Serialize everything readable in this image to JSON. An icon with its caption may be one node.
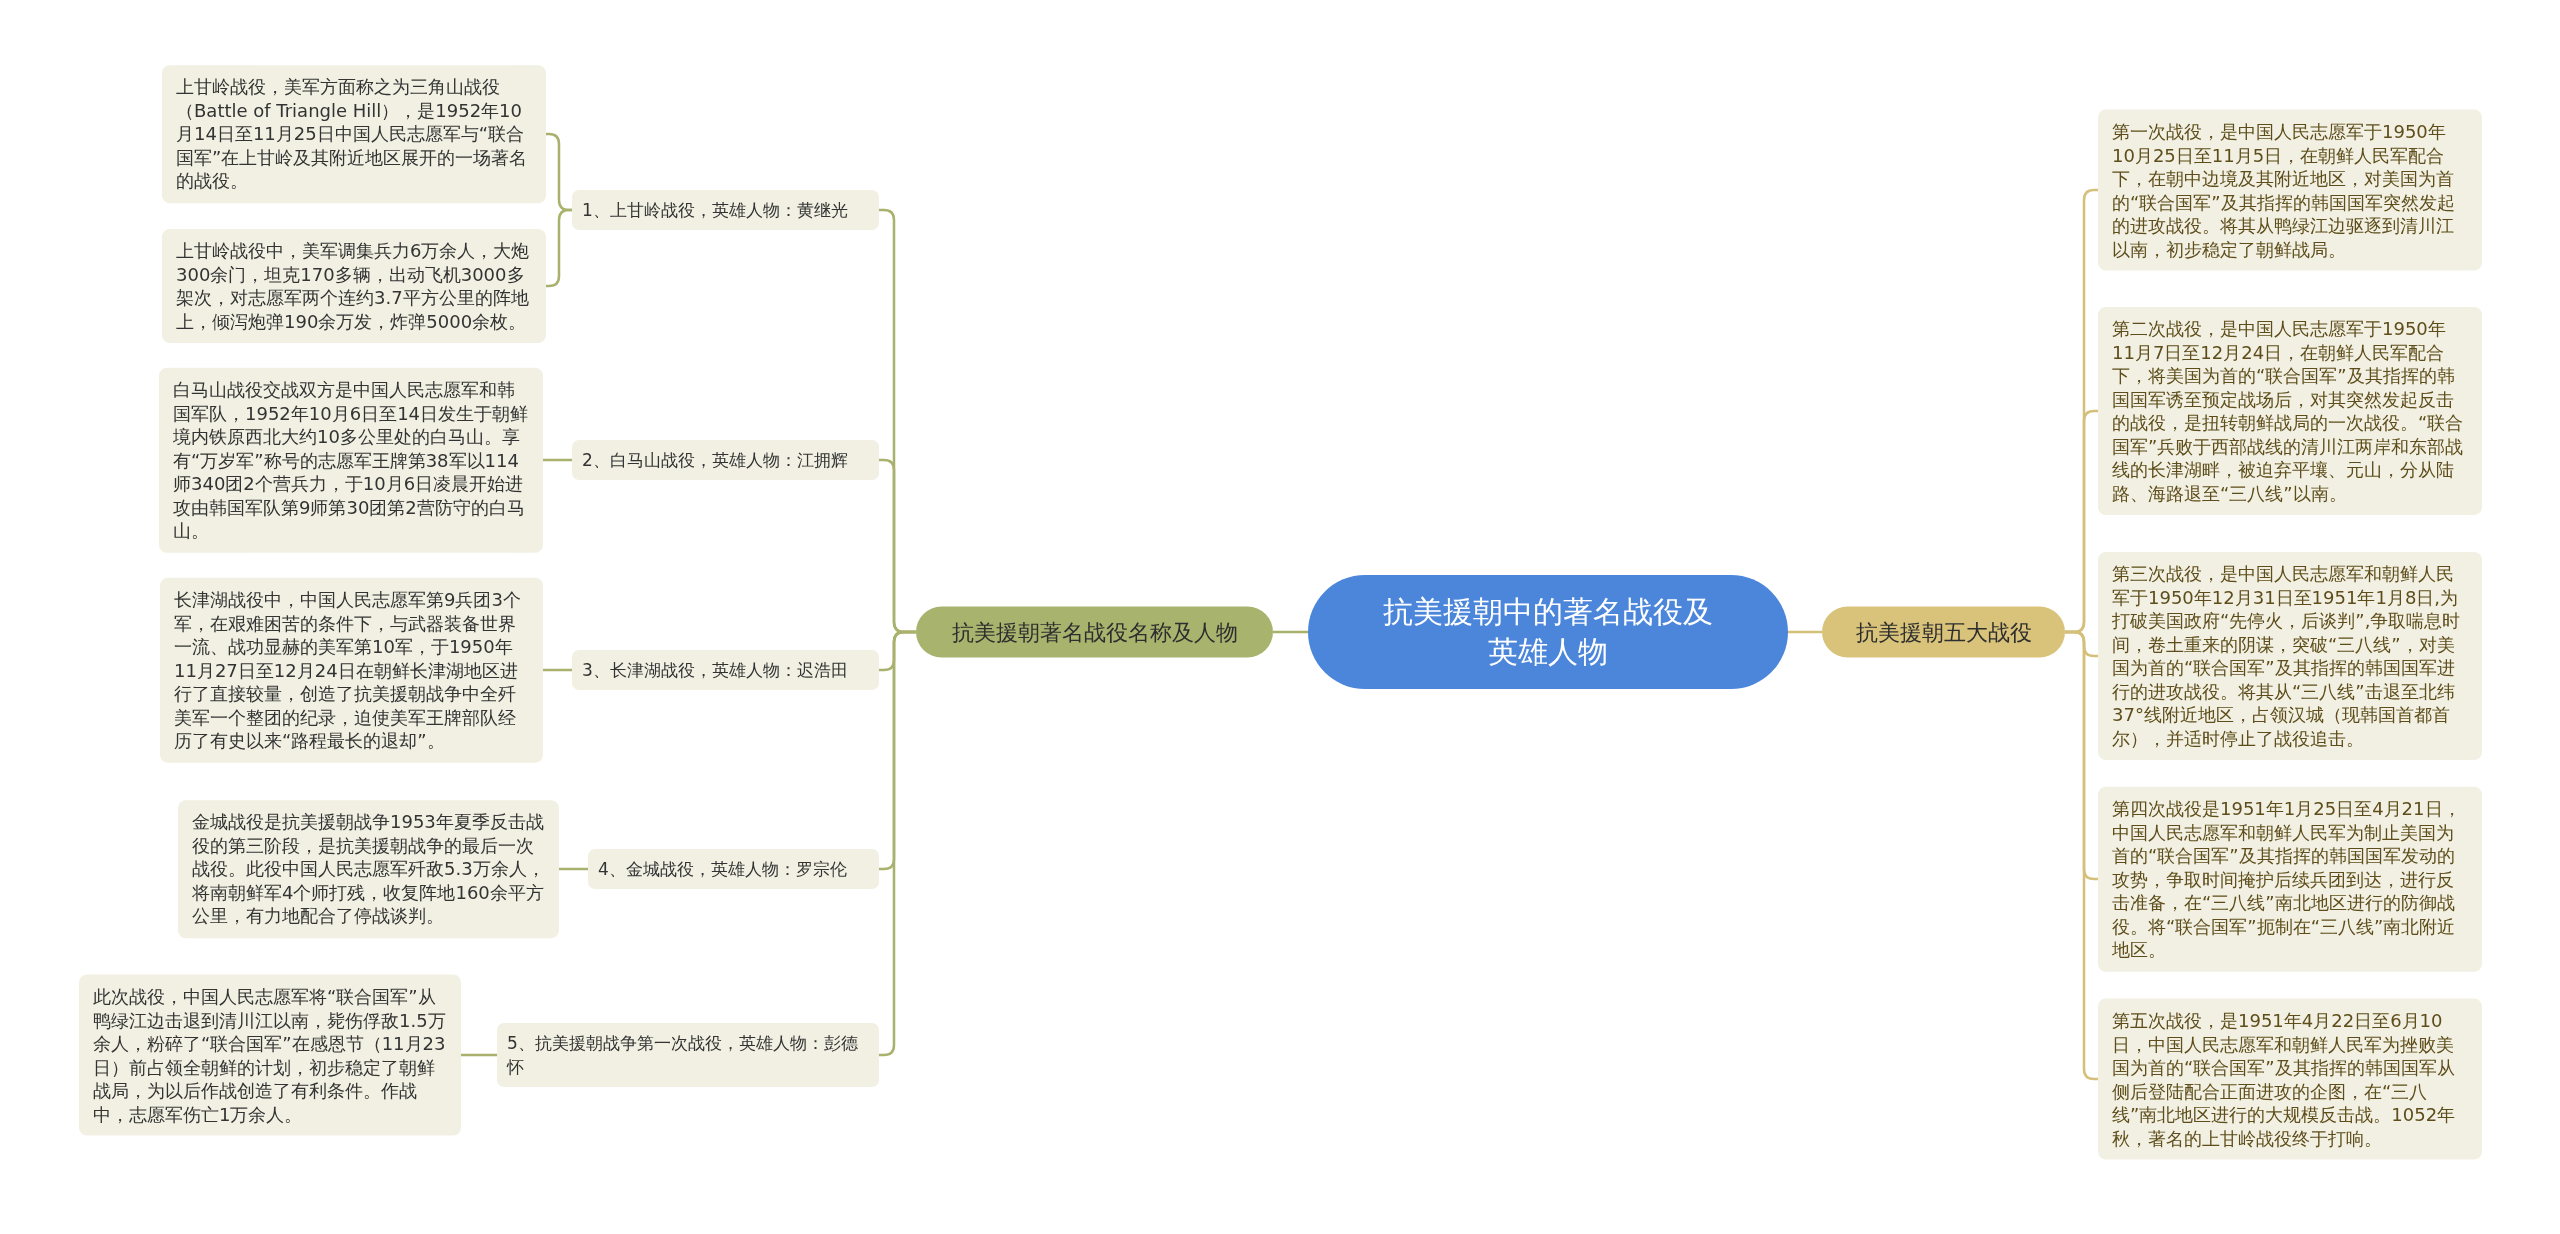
{
  "diagram": {
    "nodes": [
      {
        "text": [
          "抗美援朝中的著名战役及英雄人物"
        ]
      },
      {
        "text": [
          "抗美援朝著名战役名称及人物"
        ]
      },
      {
        "text": [
          "1、上甘岭战役，英雄人物：黄继光"
        ]
      },
      {
        "text": [
          "上甘岭战役，美军方面称之为三角山战役（Battle of Triangle Hill），是1952年10月14日至11月25日中国人民志愿军与“联合国军”在上甘岭及其附近地区展开的一场著名的战役。"
        ]
      },
      {
        "text": [
          "上甘岭战役中，美军调集兵力6万余人，大炮300余门，坦克170多辆，出动飞机3000多架次，对志愿军两个连约3.7平方公里的阵地上，倾泻炮弹190余万发，炸弹5000余枚。"
        ]
      },
      {
        "text": [
          "2、白马山战役，英雄人物：江拥辉"
        ]
      },
      {
        "text": [
          "白马山战役交战双方是中国人民志愿军和韩国军队，1952年10月6日至14日发生于朝鲜境内铁原西北大约10多公里处的白马山。享有“万岁军”称号的志愿军王牌第38军以114师340团2个营兵力，于10月6日凌晨开始进攻由韩国军队第9师第30团第2营防守的白马山。"
        ]
      },
      {
        "text": [
          "3、长津湖战役，英雄人物：迟浩田"
        ]
      },
      {
        "text": [
          "长津湖战役中，中国人民志愿军第9兵团3个军，在艰难困苦的条件下，与武器装备世界一流、战功显赫的美军第10军，于1950年11月27日至12月24日在朝鲜长津湖地区进行了直接较量，创造了抗美援朝战争中全歼美军一个整团的纪录，迫使美军王牌部队经历了有史以来“路程最长的退却”。"
        ]
      },
      {
        "text": [
          "4、金城战役，英雄人物：罗宗伦"
        ]
      },
      {
        "text": [
          "金城战役是抗美援朝战争1953年夏季反击战役的第三阶段，是抗美援朝战争的最后一次战役。此役中国人民志愿军歼敌5.3万余人，将南朝鲜军4个师打残，收复阵地160余平方公里，有力地配合了停战谈判。"
        ]
      },
      {
        "text": [
          "5、抗美援朝战争第一次战役，英雄人物：彭德怀"
        ]
      },
      {
        "text": [
          "此次战役，中国人民志愿军将“联合国军”从鸭绿江边击退到清川江以南，毙伤俘敌1.5万余人，粉碎了“联合国军”在感恩节（11月23日）前占领全朝鲜的计划，初步稳定了朝鲜战局，为以后作战创造了有利条件。作战中，志愿军伤亡1万余人。"
        ]
      },
      {
        "text": [
          "抗美援朝五大战役"
        ]
      },
      {
        "text": [
          "第一次战役，是中国人民志愿军于1950年10月25日至11月5日，在朝鲜人民军配合下，在朝中边境及其附近地区，对美国为首的“联合国军”及其指挥的韩国国军突然发起的进攻战役。将其从鸭绿江边驱逐到清川江以南，初步稳定了朝鲜战局。"
        ]
      },
      {
        "text": [
          "第二次战役，是中国人民志愿军于1950年11月7日至12月24日，在朝鲜人民军配合下，将美国为首的“联合国军”及其指挥的韩国国军诱至预定战场后，对其突然发起反击的战役，是扭转朝鲜战局的一次战役。“联合国军”兵败于西部战线的清川江两岸和东部战线的长津湖畔，被迫弃平壤、元山，分从陆路、海路退至“三八线”以南。"
        ]
      },
      {
        "text": [
          "第三次战役，是中国人民志愿军和朝鲜人民军于1950年12月31日至1951年1月8日,为打破美国政府“先停火，后谈判”,争取喘息时间，卷土重来的阴谋，突破“三八线”，对美国为首的“联合国军”及其指挥的韩国国军进行的进攻战役。将其从“三八线”击退至北纬37°线附近地区，占领汉城（现韩国首都首尔），并适时停止了战役追击。"
        ]
      },
      {
        "text": [
          "第四次战役是1951年1月25日至4月21日，中国人民志愿军和朝鲜人民军为制止美国为首的“联合国军”及其指挥的韩国国军发动的攻势，争取时间掩护后续兵团到达，进行反击准备，在“三八线”南北地区进行的防御战役。将“联合国军”扼制在“三八线”南北附近地区。"
        ]
      },
      {
        "text": [
          "第五次战役，是1951年4月22日至6月10日，中国人民志愿军和朝鲜人民军为挫败美国为首的“联合国军”及其指挥的韩国国军从侧后登陆配合正面进攻的企图，在“三八线”南北地区进行的大规模反击战。1052年秋，著名的上甘岭战役终于打响。"
        ]
      }
    ],
    "edges": [
      {
        "from": 0,
        "to": 1,
        "arrow": "none"
      },
      {
        "from": 1,
        "to": 2,
        "arrow": "none"
      },
      {
        "from": 2,
        "to": 3,
        "arrow": "none"
      },
      {
        "from": 2,
        "to": 4,
        "arrow": "none"
      },
      {
        "from": 1,
        "to": 5,
        "arrow": "none"
      },
      {
        "from": 5,
        "to": 6,
        "arrow": "none"
      },
      {
        "from": 1,
        "to": 7,
        "arrow": "none"
      },
      {
        "from": 7,
        "to": 8,
        "arrow": "none"
      },
      {
        "from": 1,
        "to": 9,
        "arrow": "none"
      },
      {
        "from": 9,
        "to": 10,
        "arrow": "none"
      },
      {
        "from": 1,
        "to": 11,
        "arrow": "none"
      },
      {
        "from": 11,
        "to": 12,
        "arrow": "none"
      },
      {
        "from": 0,
        "to": 13,
        "arrow": "none",
        "color": "#d4c07a"
      },
      {
        "from": 13,
        "to": 14,
        "arrow": "none",
        "color": "#d4c07a"
      },
      {
        "from": 13,
        "to": 15,
        "arrow": "none",
        "color": "#d4c07a"
      },
      {
        "from": 13,
        "to": 16,
        "arrow": "none",
        "color": "#d4c07a"
      },
      {
        "from": 13,
        "to": 17,
        "arrow": "none",
        "color": "#d4c07a"
      },
      {
        "from": 13,
        "to": 18,
        "arrow": "none",
        "color": "#d4c07a"
      }
    ]
  }
}
